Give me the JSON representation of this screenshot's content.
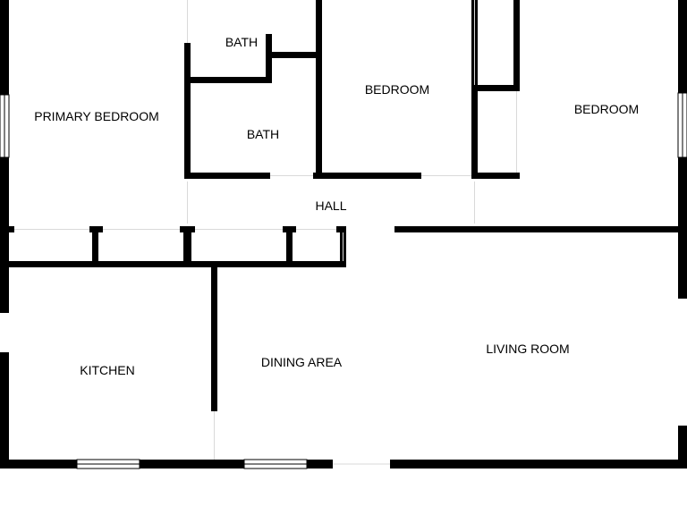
{
  "plan": {
    "rooms": {
      "primary_bedroom": "PRIMARY BEDROOM",
      "bath_upper": "BATH",
      "bath_lower": "BATH",
      "bedroom_middle": "BEDROOM",
      "bedroom_right": "BEDROOM",
      "hall": "HALL",
      "kitchen": "KITCHEN",
      "dining_area": "DINING AREA",
      "living_room": "LIVING ROOM"
    },
    "colors": {
      "wall": "#000000",
      "background": "#ffffff"
    }
  }
}
